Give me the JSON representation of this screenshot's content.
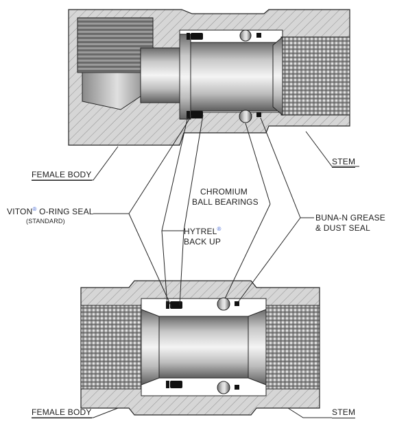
{
  "labels": {
    "female_body_top": "FEMALE BODY",
    "stem_top": "STEM",
    "chromium_line1": "CHROMIUM",
    "chromium_line2": "BALL BEARINGS",
    "viton": "VITON",
    "oring_seal": "O-RING SEAL",
    "standard": "(STANDARD)",
    "buna_line1": "BUNA-N GREASE",
    "buna_line2": "& DUST SEAL",
    "hytrel": "HYTREL",
    "back_up": "BACK UP",
    "registered": "®",
    "female_body_bottom": "FEMALE BODY",
    "stem_bottom": "STEM"
  },
  "colors": {
    "hatch_fill": "#d2d2d2",
    "hatch_line": "#8f8f8f",
    "outline": "#222222",
    "seal": "#111111",
    "registered_mark": "#3a5fd0"
  }
}
